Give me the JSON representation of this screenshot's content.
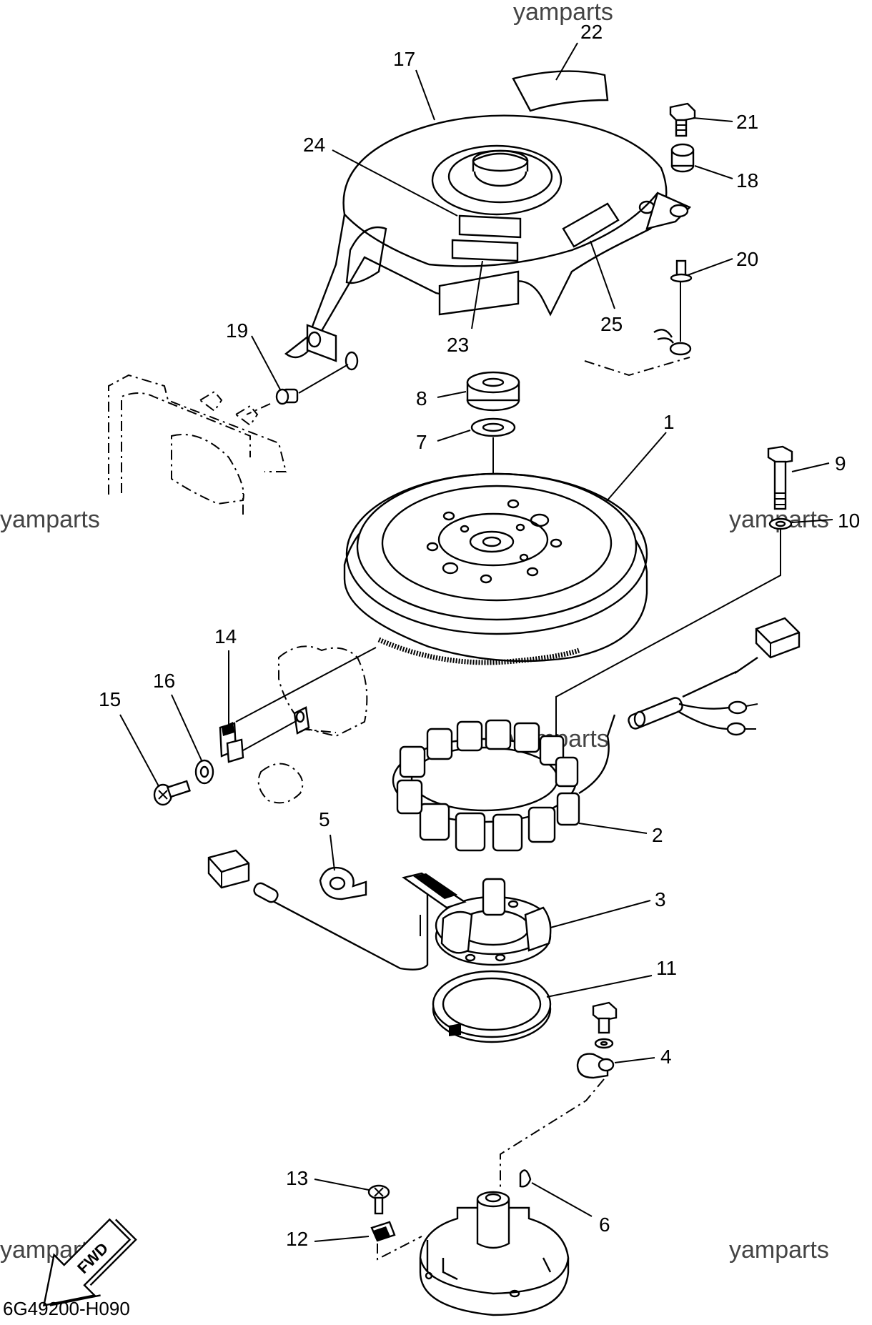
{
  "diagram": {
    "code": "6G49200-H090",
    "watermark": "yamparts",
    "fwd_label": "FWD",
    "callouts": {
      "c1": "1",
      "c2": "2",
      "c3": "3",
      "c4": "4",
      "c5": "5",
      "c6": "6",
      "c7": "7",
      "c8": "8",
      "c9": "9",
      "c10": "10",
      "c11": "11",
      "c12": "12",
      "c13": "13",
      "c14": "14",
      "c15": "15",
      "c16": "16",
      "c17": "17",
      "c18": "18",
      "c19": "19",
      "c20": "20",
      "c21": "21",
      "c22": "22",
      "c23": "23",
      "c24": "24",
      "c25": "25"
    }
  }
}
